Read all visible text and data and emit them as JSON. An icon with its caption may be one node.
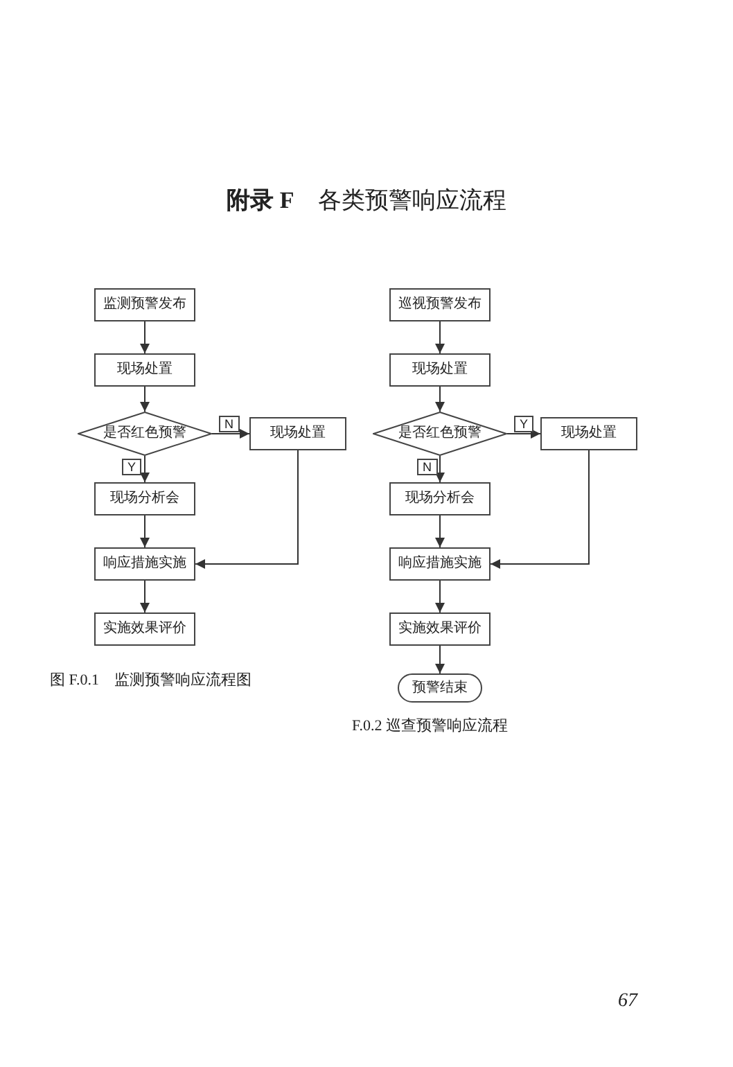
{
  "diagram": {
    "title": "**附录 F**　各类预警响应流程",
    "nodes": [
      {
        "text": [
          "监测预警发布"
        ]
      },
      {
        "text": [
          "现场处置"
        ]
      },
      {
        "text": [
          "是否红色预警"
        ]
      },
      {
        "text": [
          "现场处置"
        ]
      },
      {
        "text": [
          "现场分析会"
        ]
      },
      {
        "text": [
          "响应措施实施"
        ]
      },
      {
        "text": [
          "实施效果评价"
        ]
      },
      {
        "text": [
          "巡视预警发布"
        ]
      },
      {
        "text": [
          "现场处置"
        ]
      },
      {
        "text": [
          "是否红色预警"
        ]
      },
      {
        "text": [
          "现场处置"
        ]
      },
      {
        "text": [
          "现场分析会"
        ]
      },
      {
        "text": [
          "响应措施实施"
        ]
      },
      {
        "text": [
          "实施效果评价"
        ]
      },
      {
        "text": [
          "预警结束"
        ]
      }
    ],
    "edges": [
      {
        "from": 0,
        "to": 1,
        "arrow": "to"
      },
      {
        "from": 1,
        "to": 2,
        "arrow": "to"
      },
      {
        "from": 2,
        "to": 3,
        "arrow": "to",
        "label": "N"
      },
      {
        "from": 2,
        "to": 4,
        "arrow": "to",
        "label": "Y"
      },
      {
        "from": 4,
        "to": 5,
        "arrow": "to"
      },
      {
        "from": 3,
        "to": 5,
        "arrow": "to"
      },
      {
        "from": 5,
        "to": 6,
        "arrow": "to"
      },
      {
        "from": 7,
        "to": 8,
        "arrow": "to"
      },
      {
        "from": 8,
        "to": 9,
        "arrow": "to"
      },
      {
        "from": 9,
        "to": 10,
        "arrow": "to",
        "label": "Y"
      },
      {
        "from": 9,
        "to": 11,
        "arrow": "to",
        "label": "N"
      },
      {
        "from": 11,
        "to": 12,
        "arrow": "to"
      },
      {
        "from": 10,
        "to": 12,
        "arrow": "to"
      },
      {
        "from": 12,
        "to": 13,
        "arrow": "to"
      },
      {
        "from": 13,
        "to": 14,
        "arrow": "to"
      }
    ],
    "labels": [
      "图 F.0.1　监测预警响应流程图",
      "F.0.2 巡查预警响应流程",
      "67"
    ]
  }
}
